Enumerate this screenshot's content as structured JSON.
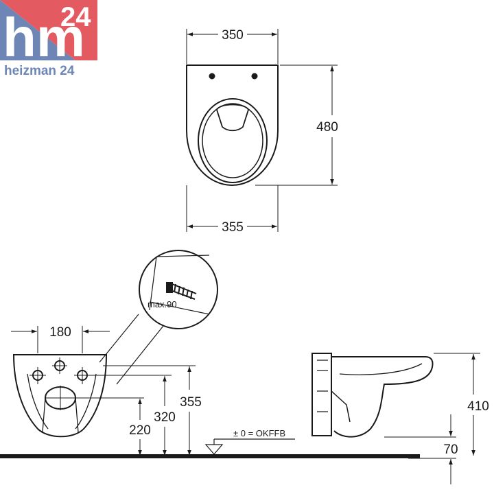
{
  "logo": {
    "mark": "hm",
    "number": "24",
    "tagline": "heizman 24",
    "colors": {
      "blue": "#6e86b6",
      "red": "#e35b61",
      "white": "#ffffff"
    }
  },
  "dimensions": {
    "top_width": "350",
    "top_length": "480",
    "top_bottom_width": "355",
    "front_bolt_spacing": "180",
    "front_height_355": "355",
    "front_height_320": "320",
    "front_height_220": "220",
    "side_height_410": "410",
    "side_floor_70": "70"
  },
  "labels": {
    "detail_max": "max.90",
    "floor_reference": "± 0 = OKFFB"
  }
}
